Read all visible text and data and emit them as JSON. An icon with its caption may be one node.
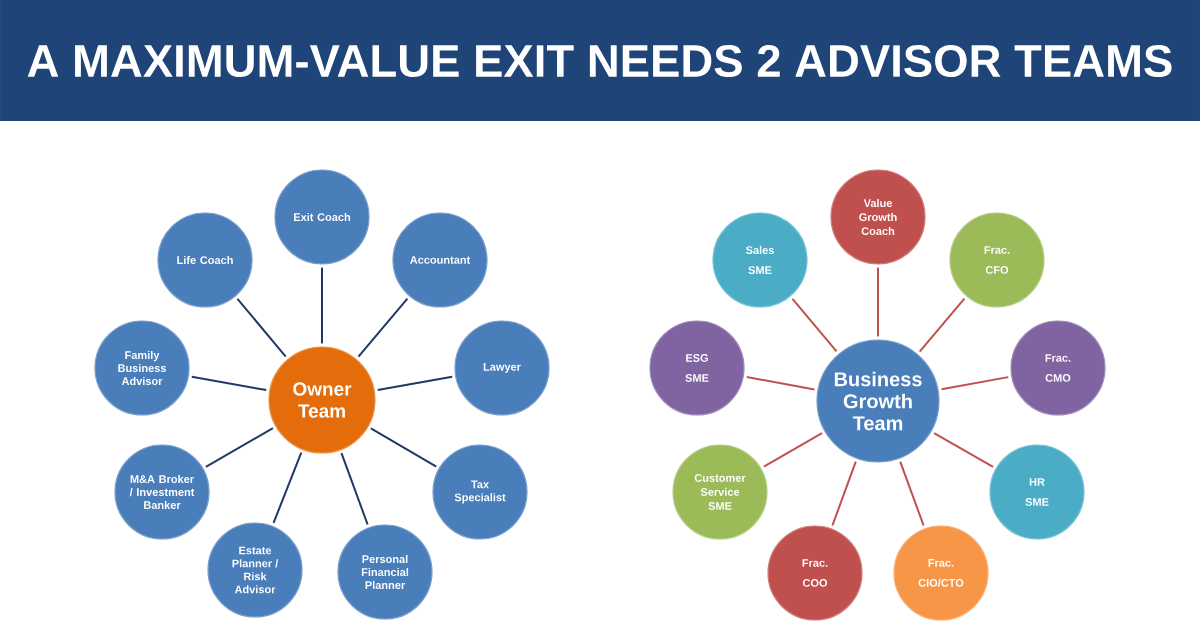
{
  "diagram": {
    "title": "A MAXIMUM-VALUE EXIT NEEDS 2 ADVISOR TEAMS",
    "nodes": [
      {
        "text": [
          "Owner Team"
        ]
      },
      {
        "text": [
          "Exit Coach"
        ]
      },
      {
        "text": [
          "Accountant"
        ]
      },
      {
        "text": [
          "Lawyer"
        ]
      },
      {
        "text": [
          "Tax Specialist"
        ]
      },
      {
        "text": [
          "Personal Financial Planner"
        ]
      },
      {
        "text": [
          "Estate Planner / Risk Advisor"
        ]
      },
      {
        "text": [
          "M&A Broker / Investment Banker"
        ]
      },
      {
        "text": [
          "Family Business Advisor"
        ]
      },
      {
        "text": [
          "Life Coach"
        ]
      },
      {
        "text": [
          "Business Growth Team"
        ]
      },
      {
        "text": [
          "Value Growth Coach"
        ]
      },
      {
        "text": [
          "Frac. CFO"
        ]
      },
      {
        "text": [
          "Frac. CMO"
        ]
      },
      {
        "text": [
          "HR SME"
        ]
      },
      {
        "text": [
          "Frac. CIO/CTO"
        ]
      },
      {
        "text": [
          "Frac. COO"
        ]
      },
      {
        "text": [
          "Customer Service SME"
        ]
      },
      {
        "text": [
          "ESG SME"
        ]
      },
      {
        "text": [
          "Sales SME"
        ]
      }
    ],
    "edges": [
      {
        "from": 0,
        "to": 1,
        "arrow": "none"
      },
      {
        "from": 0,
        "to": 2,
        "arrow": "none"
      },
      {
        "from": 0,
        "to": 3,
        "arrow": "none"
      },
      {
        "from": 0,
        "to": 4,
        "arrow": "none"
      },
      {
        "from": 0,
        "to": 5,
        "arrow": "none"
      },
      {
        "from": 0,
        "to": 6,
        "arrow": "none"
      },
      {
        "from": 0,
        "to": 7,
        "arrow": "none"
      },
      {
        "from": 0,
        "to": 8,
        "arrow": "none"
      },
      {
        "from": 0,
        "to": 9,
        "arrow": "none"
      },
      {
        "from": 10,
        "to": 11,
        "arrow": "none",
        "color": "#c0504d"
      },
      {
        "from": 10,
        "to": 12,
        "arrow": "none",
        "color": "#c0504d"
      },
      {
        "from": 10,
        "to": 13,
        "arrow": "none",
        "color": "#c0504d"
      },
      {
        "from": 10,
        "to": 14,
        "arrow": "none",
        "color": "#c0504d"
      },
      {
        "from": 10,
        "to": 15,
        "arrow": "none",
        "color": "#c0504d"
      },
      {
        "from": 10,
        "to": 16,
        "arrow": "none",
        "color": "#c0504d"
      },
      {
        "from": 10,
        "to": 17,
        "arrow": "none",
        "color": "#c0504d"
      },
      {
        "from": 10,
        "to": 18,
        "arrow": "none",
        "color": "#c0504d"
      },
      {
        "from": 10,
        "to": 19,
        "arrow": "none",
        "color": "#c0504d"
      }
    ]
  }
}
